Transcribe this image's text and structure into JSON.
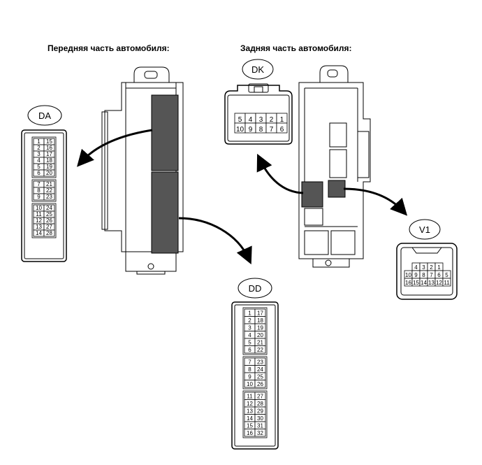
{
  "headings": {
    "front": "Передняя часть автомобиля:",
    "rear": "Задняя часть автомобиля:"
  },
  "connectors": {
    "DA": {
      "label": "DA",
      "groups": [
        [
          [
            "1",
            "15"
          ],
          [
            "2",
            "16"
          ],
          [
            "3",
            "17"
          ],
          [
            "4",
            "18"
          ],
          [
            "5",
            "19"
          ],
          [
            "6",
            "20"
          ]
        ],
        [
          [
            "7",
            "21"
          ],
          [
            "8",
            "22"
          ],
          [
            "9",
            "23"
          ]
        ],
        [
          [
            "10",
            "24"
          ],
          [
            "11",
            "25"
          ],
          [
            "12",
            "26"
          ],
          [
            "13",
            "27"
          ],
          [
            "14",
            "28"
          ]
        ]
      ]
    },
    "DD": {
      "label": "DD",
      "groups": [
        [
          [
            "1",
            "17"
          ],
          [
            "2",
            "18"
          ],
          [
            "3",
            "19"
          ],
          [
            "4",
            "20"
          ],
          [
            "5",
            "21"
          ],
          [
            "6",
            "22"
          ]
        ],
        [
          [
            "7",
            "23"
          ],
          [
            "8",
            "24"
          ],
          [
            "9",
            "25"
          ],
          [
            "10",
            "26"
          ]
        ],
        [
          [
            "11",
            "27"
          ],
          [
            "12",
            "28"
          ],
          [
            "13",
            "29"
          ],
          [
            "14",
            "30"
          ],
          [
            "15",
            "31"
          ],
          [
            "16",
            "32"
          ]
        ]
      ]
    },
    "DK": {
      "label": "DK",
      "rows": [
        [
          "5",
          "4",
          "3",
          "2",
          "1"
        ],
        [
          "10",
          "9",
          "8",
          "7",
          "6"
        ]
      ]
    },
    "V1": {
      "label": "V1",
      "rows": [
        [
          "4",
          "3",
          "2",
          "1"
        ],
        [
          "10",
          "9",
          "8",
          "7",
          "6",
          "5"
        ],
        [
          "16",
          "15",
          "14",
          "13",
          "12",
          "11"
        ]
      ]
    }
  },
  "colors": {
    "connector_fill": "#555555",
    "line": "#000000",
    "background": "#ffffff"
  }
}
